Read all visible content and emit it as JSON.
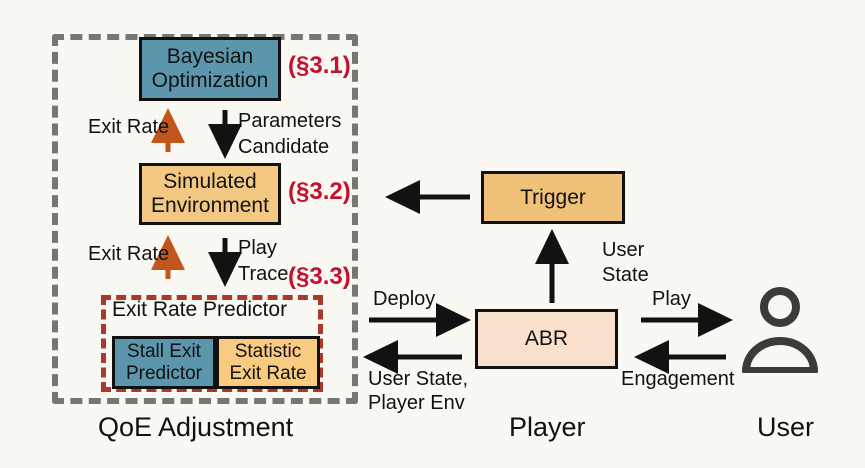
{
  "diagram": {
    "title_captions": {
      "qoe": "QoE Adjustment",
      "player": "Player",
      "user": "User"
    },
    "colors": {
      "background": "#faf8f2",
      "blue_box": "#5b96ad",
      "orange_box": "#f3c882",
      "abr_box": "#f9e0cd",
      "section_red": "#c4112f",
      "dashed_gray": "#767672",
      "dashed_red": "#a8392f",
      "arrow_black": "#121212",
      "arrow_orange": "#c2551b"
    },
    "boxes": {
      "bayesian": {
        "line1": "Bayesian",
        "line2": "Optimization"
      },
      "simulated": {
        "line1": "Simulated",
        "line2": "Environment"
      },
      "stall_predictor": {
        "line1": "Stall Exit",
        "line2": "Predictor"
      },
      "statistic_exit_rate": {
        "line1": "Statistic",
        "line2": "Exit Rate"
      },
      "trigger": {
        "label": "Trigger"
      },
      "abr": {
        "label": "ABR"
      }
    },
    "groups": {
      "exit_rate_predictor_title": "Exit  Rate Predictor"
    },
    "sections": {
      "s31": "(§3.1)",
      "s32": "(§3.2)",
      "s33": "(§3.3)"
    },
    "edge_labels": {
      "exit_rate_upper": "Exit Rate",
      "parameters": "Parameters",
      "candidate": "Candidate",
      "exit_rate_lower": "Exit Rate",
      "play": "Play",
      "trace": "Trace",
      "deploy": "Deploy",
      "user_state_player_env_line1": "User State,",
      "user_state_player_env_line2": "Player Env",
      "user_state_line1": "User",
      "user_state_line2": "State",
      "play_user": "Play",
      "engagement": "Engagement"
    },
    "icons": {
      "user": "user-person-icon"
    }
  }
}
